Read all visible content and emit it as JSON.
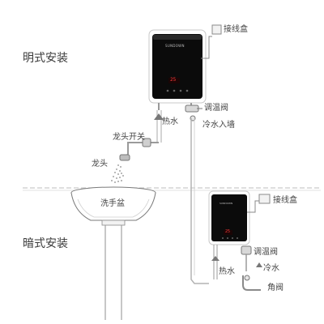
{
  "sections": {
    "surface": "明式安装",
    "concealed": "暗式安装"
  },
  "labels": {
    "junction_box": "接线盒",
    "thermostat_valve": "调温阀",
    "cold_water_in_wall": "冷水入墙",
    "hot_water": "热水",
    "faucet_switch": "龙头开关",
    "faucet": "龙头",
    "wash_basin": "洗手盆",
    "cold_water": "冷水",
    "angle_valve": "角阀"
  },
  "heater": {
    "brand": "SUNDOWN",
    "display_value": "25"
  }
}
